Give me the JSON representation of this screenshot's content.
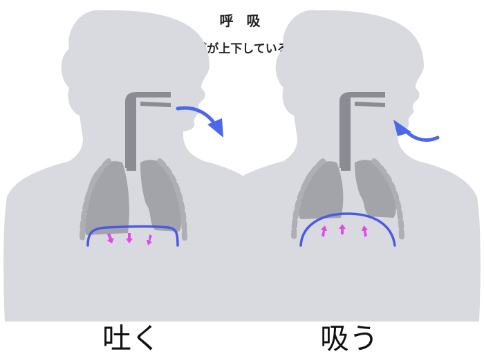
{
  "header": {
    "title": "呼 吸",
    "subtitle": "横隔膜が上下しているか？"
  },
  "panels": [
    {
      "caption": "吐く",
      "airflow_direction": "out",
      "diaphragm_arrows": "down"
    },
    {
      "caption": "吸う",
      "airflow_direction": "in",
      "diaphragm_arrows": "up"
    }
  ],
  "colors": {
    "body": "#d9dadf",
    "lungs": "#a3a4aa",
    "airway": "#8b8c93",
    "ribs": "#aeafb5",
    "diaphragm": "#4b5ae0",
    "airflow_arrow": "#4a68ea",
    "diaphragm_arrows": "#e04be6"
  }
}
